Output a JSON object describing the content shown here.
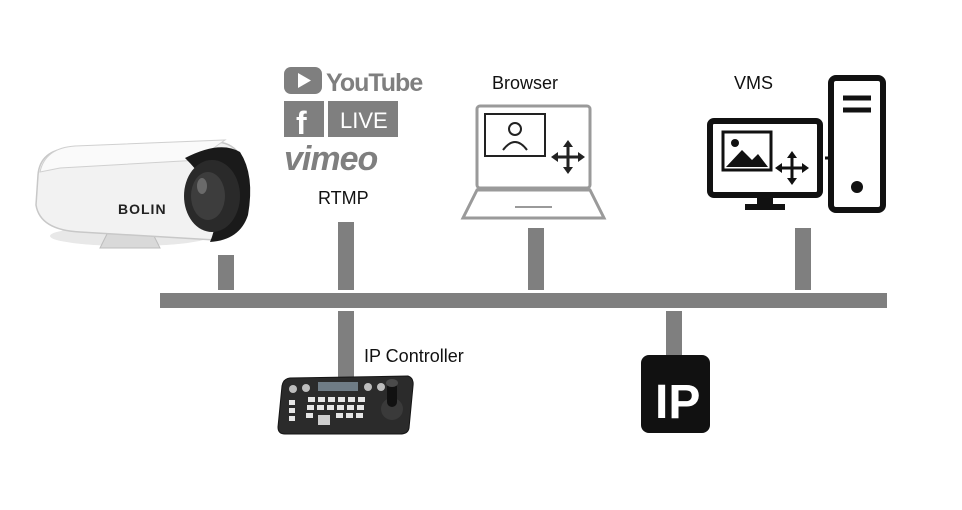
{
  "labels": {
    "rtmp": "RTMP",
    "browser": "Browser",
    "vms": "VMS",
    "ip_controller": "IP Controller"
  },
  "streaming": {
    "youtube": "YouTube",
    "facebook_live": "LIVE",
    "vimeo": "vimeo"
  },
  "camera_brand": "BOLIN",
  "ip_badge": "IP",
  "colors": {
    "network_line": "#7f7f7f",
    "icon_dark": "#111111",
    "icon_outline": "#9a9a9a",
    "streaming_logos": "#7f7f7f",
    "camera_body": "#f2f2f2"
  }
}
